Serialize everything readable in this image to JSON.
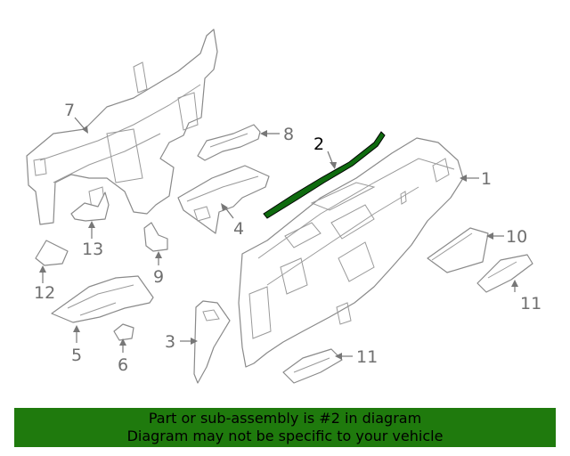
{
  "callouts": {
    "c1": "1",
    "c2": "2",
    "c3": "3",
    "c4": "4",
    "c5": "5",
    "c6": "6",
    "c7": "7",
    "c8": "8",
    "c9": "9",
    "c10": "10",
    "c11a": "11",
    "c11b": "11",
    "c12": "12",
    "c13": "13"
  },
  "highlight_color": "#0f6b0f",
  "banner": {
    "color": "#1f7a0d",
    "line1": "Part or sub-assembly is #2 in diagram",
    "line2": "Diagram may not be specific to your vehicle"
  }
}
